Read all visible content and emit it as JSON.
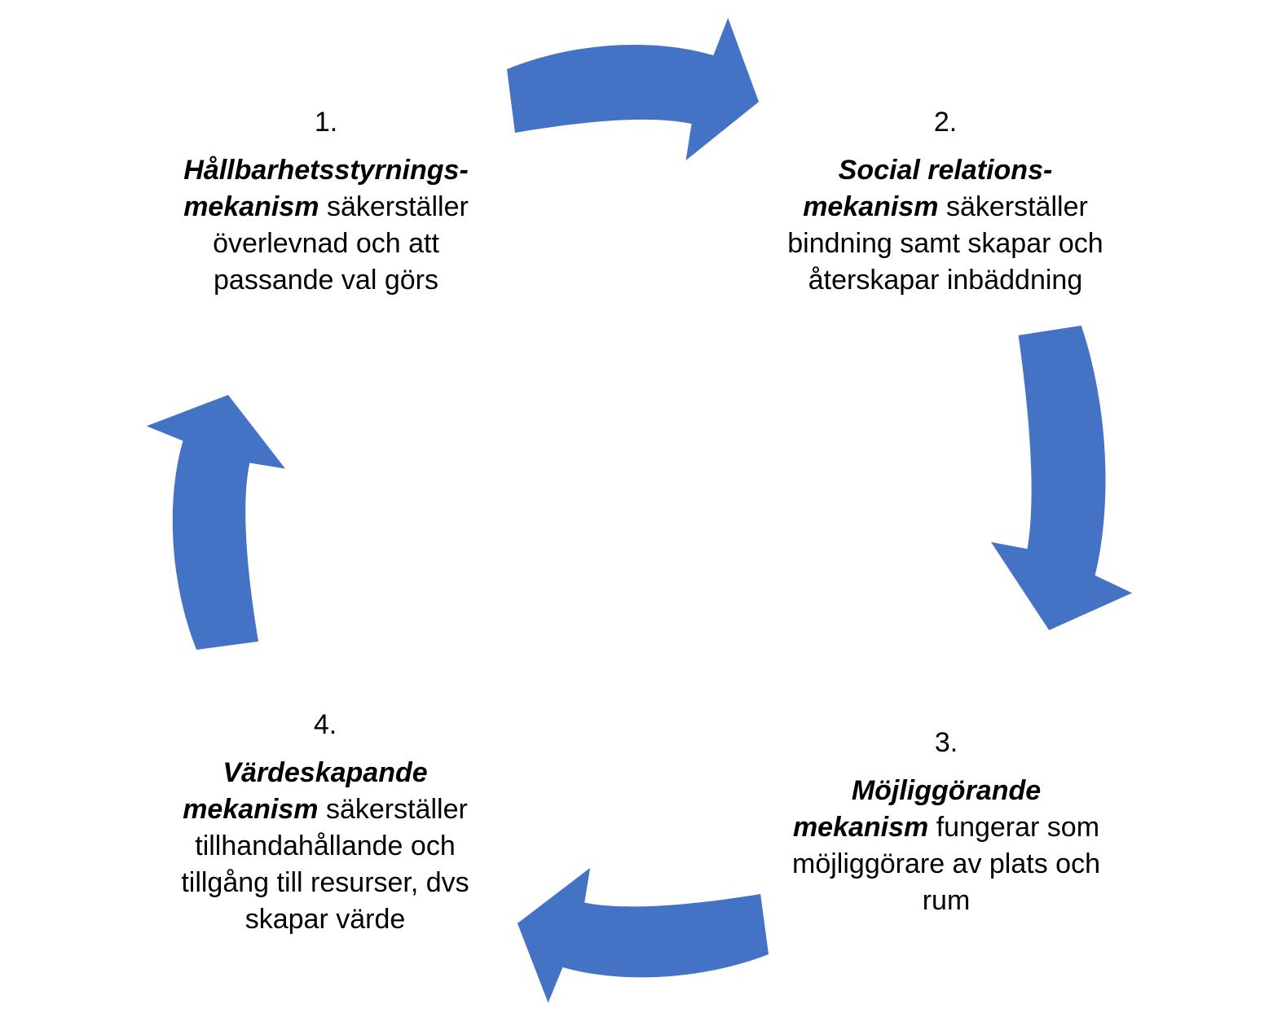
{
  "colors": {
    "arrow_fill": "#4472C4",
    "text": "#000000",
    "background": "#FFFFFF"
  },
  "diagram": {
    "type": "cycle",
    "direction": "clockwise",
    "steps": [
      {
        "number": "1.",
        "lines": [
          {
            "bold_italic": "Hållbarhetsstyrnings-",
            "regular": ""
          },
          {
            "bold_italic": "mekanism",
            "regular": " säkerställer"
          },
          {
            "bold_italic": "",
            "regular": "överlevnad och att"
          },
          {
            "bold_italic": "",
            "regular": "passande val görs"
          }
        ]
      },
      {
        "number": "2.",
        "lines": [
          {
            "bold_italic": "Social relations-",
            "regular": ""
          },
          {
            "bold_italic": "mekanism",
            "regular": " säkerställer"
          },
          {
            "bold_italic": "",
            "regular": "bindning samt skapar och"
          },
          {
            "bold_italic": "",
            "regular": "återskapar inbäddning"
          }
        ]
      },
      {
        "number": "3.",
        "lines": [
          {
            "bold_italic": "Möjliggörande",
            "regular": ""
          },
          {
            "bold_italic": "mekanism",
            "regular": " fungerar som"
          },
          {
            "bold_italic": "",
            "regular": "möjliggörare av plats och"
          },
          {
            "bold_italic": "",
            "regular": "rum"
          }
        ]
      },
      {
        "number": "4.",
        "lines": [
          {
            "bold_italic": "Värdeskapande",
            "regular": ""
          },
          {
            "bold_italic": "mekanism",
            "regular": " säkerställer"
          },
          {
            "bold_italic": "",
            "regular": "tillhandahållande och"
          },
          {
            "bold_italic": "",
            "regular": "tillgång till resurser, dvs"
          },
          {
            "bold_italic": "",
            "regular": "skapar värde"
          }
        ]
      }
    ],
    "arrows": [
      {
        "name": "step1-to-step2",
        "direction": "right"
      },
      {
        "name": "step2-to-step3",
        "direction": "down"
      },
      {
        "name": "step3-to-step4",
        "direction": "left"
      },
      {
        "name": "step4-to-step1",
        "direction": "up"
      }
    ]
  }
}
